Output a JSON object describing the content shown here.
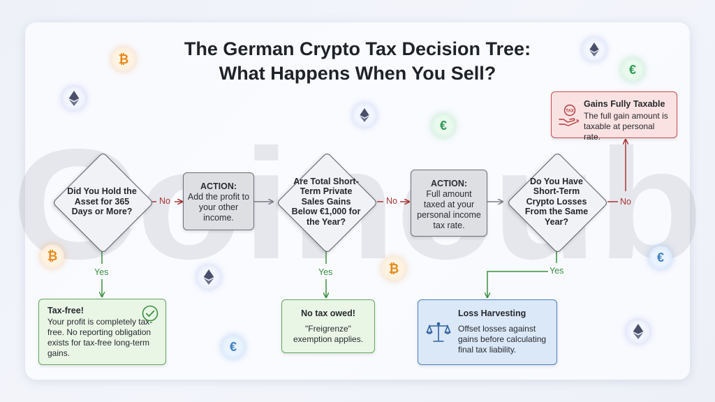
{
  "watermark": "Coincub",
  "title": {
    "line1": "The German Crypto Tax Decision Tree:",
    "line2": "What Happens When You Sell?"
  },
  "icons": {
    "btc": "₿",
    "eur": "€",
    "tax_label": "TAX"
  },
  "colors": {
    "no_branch": "#a63434",
    "yes_branch": "#3b8f3f",
    "neutral_line": "#7a7d85",
    "green_box": "#63a85c",
    "blue_box": "#4c7fc0",
    "red_box": "#c94c4c"
  },
  "diagram": {
    "decision1": "Did You Hold the Asset for 365 Days or More?",
    "action1": {
      "title": "ACTION:",
      "body": "Add the profit to your other income."
    },
    "decision2": "Are Total Short-Term Private Sales Gains Below €1,000 for the Year?",
    "action2": {
      "title": "ACTION:",
      "body": "Full amount taxed at your personal income tax rate."
    },
    "decision3": "Do You Have Short-Term Crypto Losses From the Same Year?",
    "labels": {
      "no1": "No",
      "no2": "No",
      "no3": "No",
      "yes1": "Yes",
      "yes2": "Yes",
      "yes3": "Yes"
    },
    "taxfree": {
      "title": "Tax-free!",
      "body": "Your profit is completely tax-free. No reporting obligation exists for tax-free long-term gains."
    },
    "notax": {
      "title": "No tax owed!",
      "body": "\"Freigrenze\" exemption applies."
    },
    "harvest": {
      "title": "Loss Harvesting",
      "body": "Offset losses against gains before calculating final tax liability."
    },
    "taxable": {
      "title": "Gains Fully Taxable",
      "body": "The full gain amount is taxable at personal rate."
    }
  }
}
